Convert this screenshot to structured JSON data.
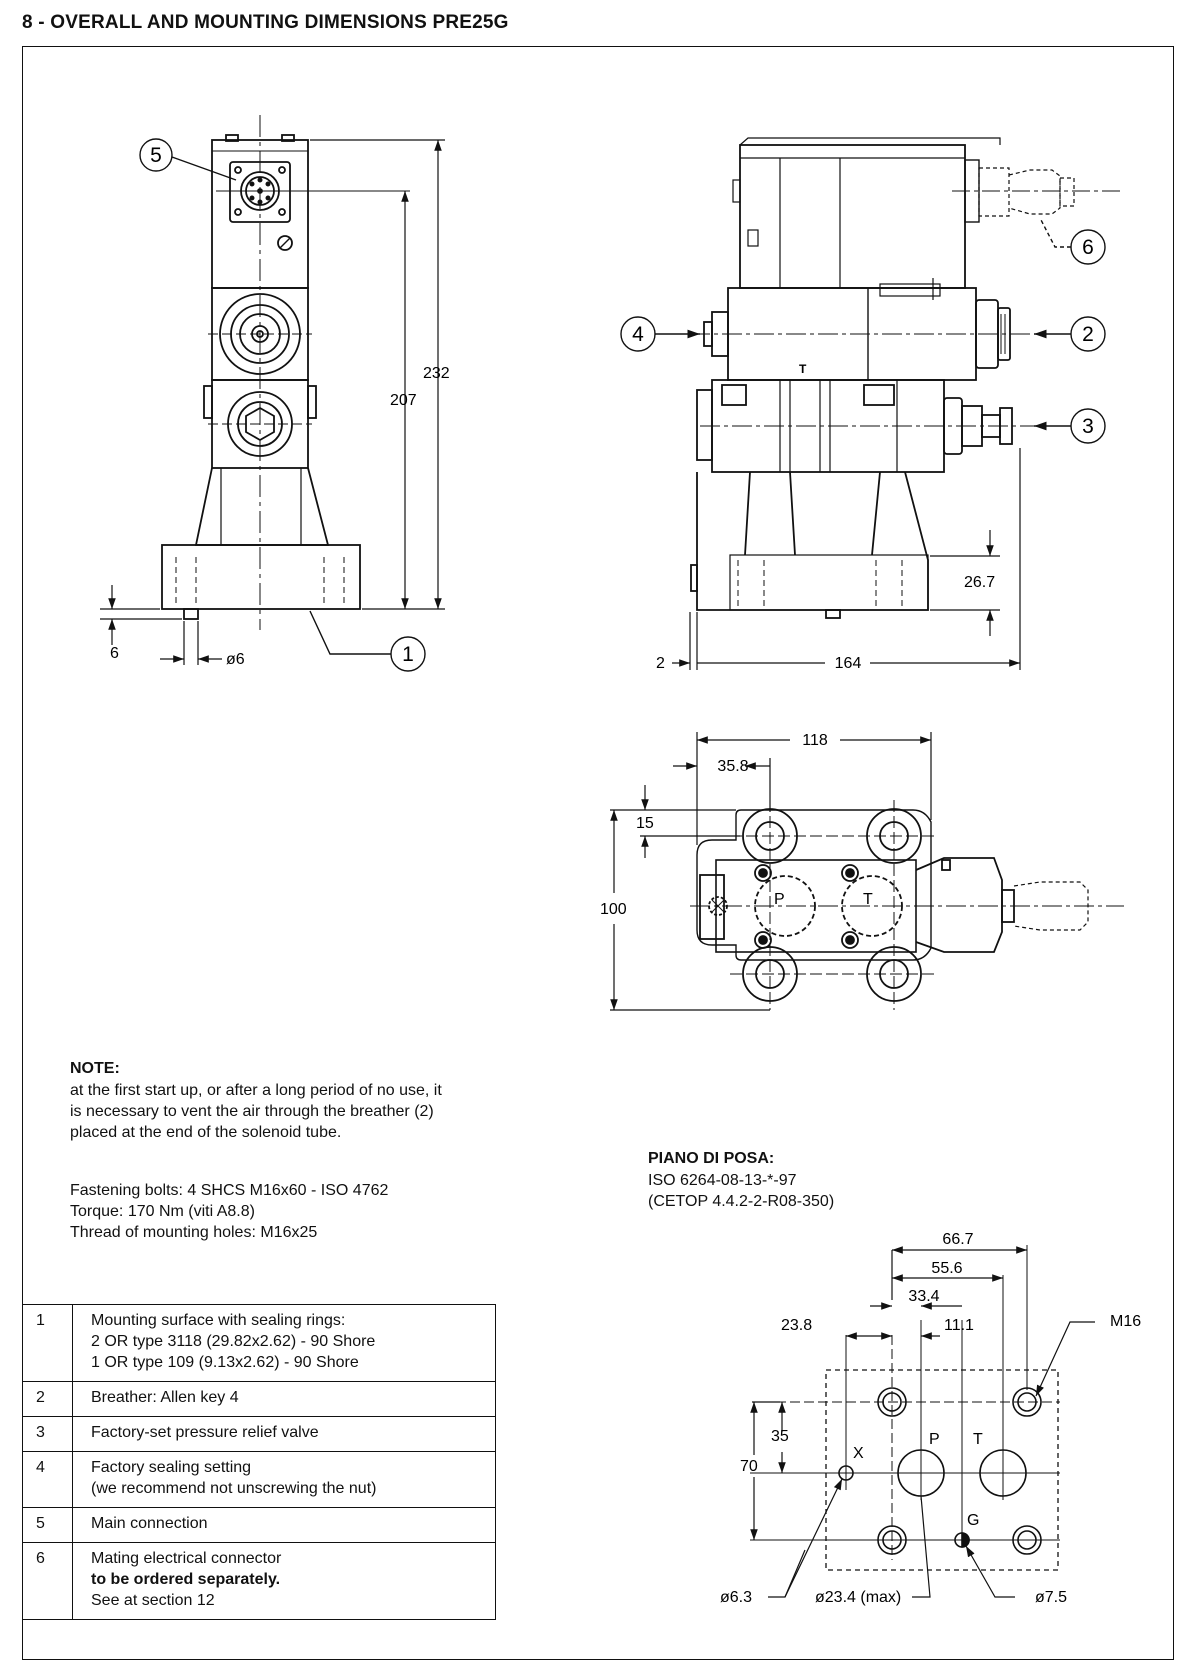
{
  "title": "8 - OVERALL AND MOUNTING DIMENSIONS PRE25G",
  "note": {
    "heading": "NOTE:",
    "lines": [
      "at the first start up, or after a long period of no use, it",
      "is necessary to vent the air through the breather (2)",
      "placed at the end of the solenoid tube."
    ]
  },
  "fastening": [
    "Fastening bolts:  4 SHCS M16x60 - ISO 4762",
    "Torque: 170 Nm (viti A8.8)",
    "Thread of mounting holes: M16x25"
  ],
  "piano": {
    "heading": "PIANO DI POSA:",
    "lines": [
      "ISO 6264-08-13-*-97",
      "(CETOP 4.4.2-2-R08-350)"
    ]
  },
  "callouts": [
    "1",
    "2",
    "3",
    "4",
    "5",
    "6"
  ],
  "dims": {
    "d232": "232",
    "d207": "207",
    "d6": "6",
    "phi6": "ø6",
    "d267": "26.7",
    "d2": "2",
    "d164": "164",
    "d118": "118",
    "d358": "35.8",
    "d15": "15",
    "d100": "100",
    "d667": "66.7",
    "d556": "55.6",
    "d334": "33.4",
    "d238": "23.8",
    "d111": "11.1",
    "d35": "35",
    "d70": "70",
    "m16": "M16",
    "phi63": "ø6.3",
    "phi234": "ø23.4 (max)",
    "phi75": "ø7.5"
  },
  "ports": {
    "p": "P",
    "t": "T",
    "x": "X",
    "g": "G",
    "top_mark": "T"
  },
  "legend": [
    {
      "num": "1",
      "lines": [
        "Mounting surface with sealing rings:",
        "2 OR type 3118 (29.82x2.62) - 90 Shore",
        "1 OR type 109 (9.13x2.62) - 90 Shore"
      ]
    },
    {
      "num": "2",
      "lines": [
        "Breather: Allen key 4"
      ]
    },
    {
      "num": "3",
      "lines": [
        "Factory-set pressure relief valve"
      ]
    },
    {
      "num": "4",
      "lines": [
        "Factory sealing setting",
        "(we recommend not unscrewing the nut)"
      ]
    },
    {
      "num": "5",
      "lines": [
        "Main connection"
      ]
    },
    {
      "num": "6",
      "lines": [
        "Mating electrical connector",
        "to be ordered separately.",
        "See at section 12"
      ],
      "bold_line": 1
    }
  ]
}
